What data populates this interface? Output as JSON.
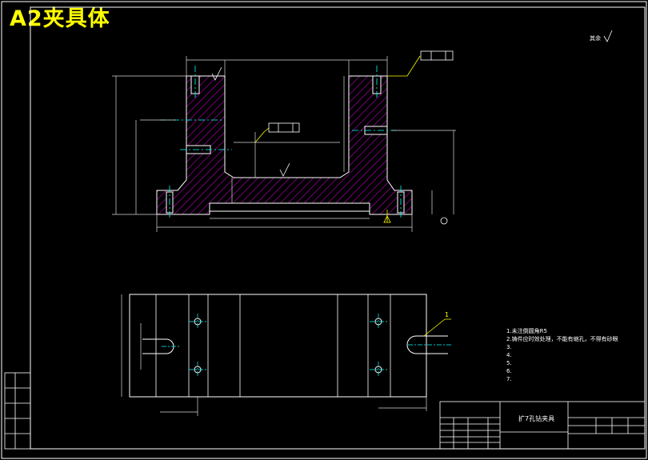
{
  "title": "A2夹具体",
  "colors": {
    "background": "#000000",
    "border": "#ffffff",
    "outline": "#ffffff",
    "hatch": "#c000c0",
    "dimension": "#d8d8d8",
    "centerline": "#00ffff",
    "leader": "#ffff00",
    "title_text": "#ffff00"
  },
  "callouts": {
    "surface_finish_top_right": "其余",
    "feature_callout": "1"
  },
  "notes": [
    "1.未注倒圆角R5",
    "2.铸件应时效处理，不能有缩孔，不得有砂眼",
    "3.",
    "4.",
    "5.",
    "6.",
    "7."
  ],
  "title_block": {
    "drawing_name": "扩7孔钻夹具"
  },
  "revision_table_rows": [
    "",
    "",
    "",
    "",
    ""
  ]
}
